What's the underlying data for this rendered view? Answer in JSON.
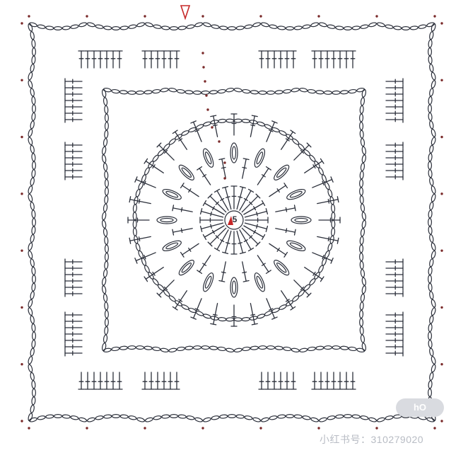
{
  "diagram": {
    "center_round_label": "5",
    "start_marker_icon": "start-triangle-icon",
    "center_marker_icon": "red-triangle-icon",
    "colors": {
      "ink": "#2b2f3a",
      "accent": "#c62828",
      "dot": "#7a2a2a",
      "watermark": "#b8bcc4"
    }
  },
  "watermark": {
    "text": "小红书号：310279020"
  },
  "corner_badge": {
    "text": "hO"
  }
}
